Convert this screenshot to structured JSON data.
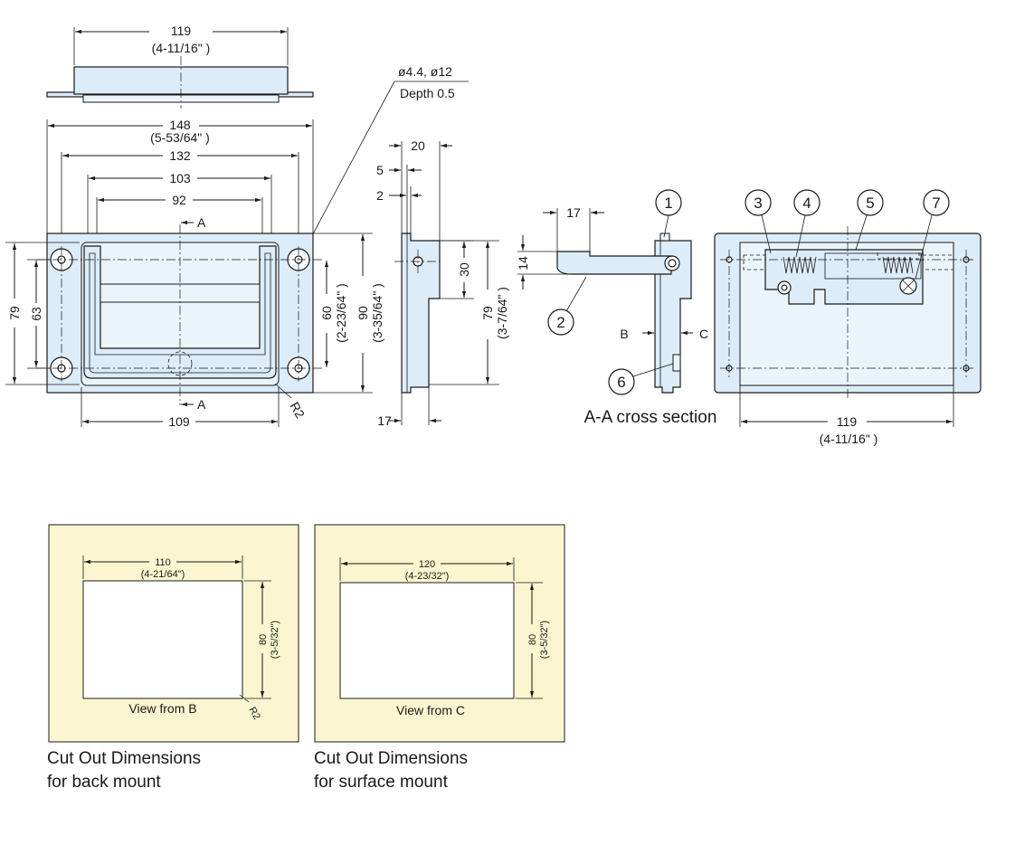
{
  "top_view": {
    "width_mm": "119",
    "width_in": "(4-11/16\" )"
  },
  "hole_note": {
    "line1": "ø4.4, ø12",
    "line2": "Depth 0.5"
  },
  "front_view": {
    "dim_148": "148",
    "dim_148_in": "(5-53/64\" )",
    "dim_132": "132",
    "dim_103": "103",
    "dim_92": "92",
    "dim_109": "109",
    "dim_79": "79",
    "dim_63": "63",
    "dim_60": "60",
    "dim_60_in": "(2-23/64\" )",
    "dim_90": "90",
    "dim_90_in": "(3-35/64\" )",
    "section_mark": "A",
    "radius": "R2"
  },
  "side_view": {
    "dim_20": "20",
    "dim_5": "5",
    "dim_2": "2",
    "dim_30": "30",
    "dim_79": "79",
    "dim_79_in": "(3-7/64\" )",
    "dim_17": "17"
  },
  "section_view": {
    "dim_17": "17",
    "dim_14": "14",
    "label_b": "B",
    "label_c": "C",
    "title": "A-A cross section",
    "balloons": [
      "1",
      "2",
      "6"
    ]
  },
  "back_view": {
    "balloons": [
      "3",
      "4",
      "5",
      "7"
    ],
    "width_mm": "119",
    "width_in": "(4-11/16\" )"
  },
  "cutout_back": {
    "width_mm": "110",
    "width_in": "(4-21/64\")",
    "height_mm": "80",
    "height_in": "(3-5/32\")",
    "view_label": "View from B",
    "radius": "R2",
    "caption_line1": "Cut Out Dimensions",
    "caption_line2": "for back mount"
  },
  "cutout_surface": {
    "width_mm": "120",
    "width_in": "(4-23/32\")",
    "height_mm": "80",
    "height_in": "(3-5/32\")",
    "view_label": "View from C",
    "caption_line1": "Cut Out Dimensions",
    "caption_line2": "for surface mount"
  }
}
